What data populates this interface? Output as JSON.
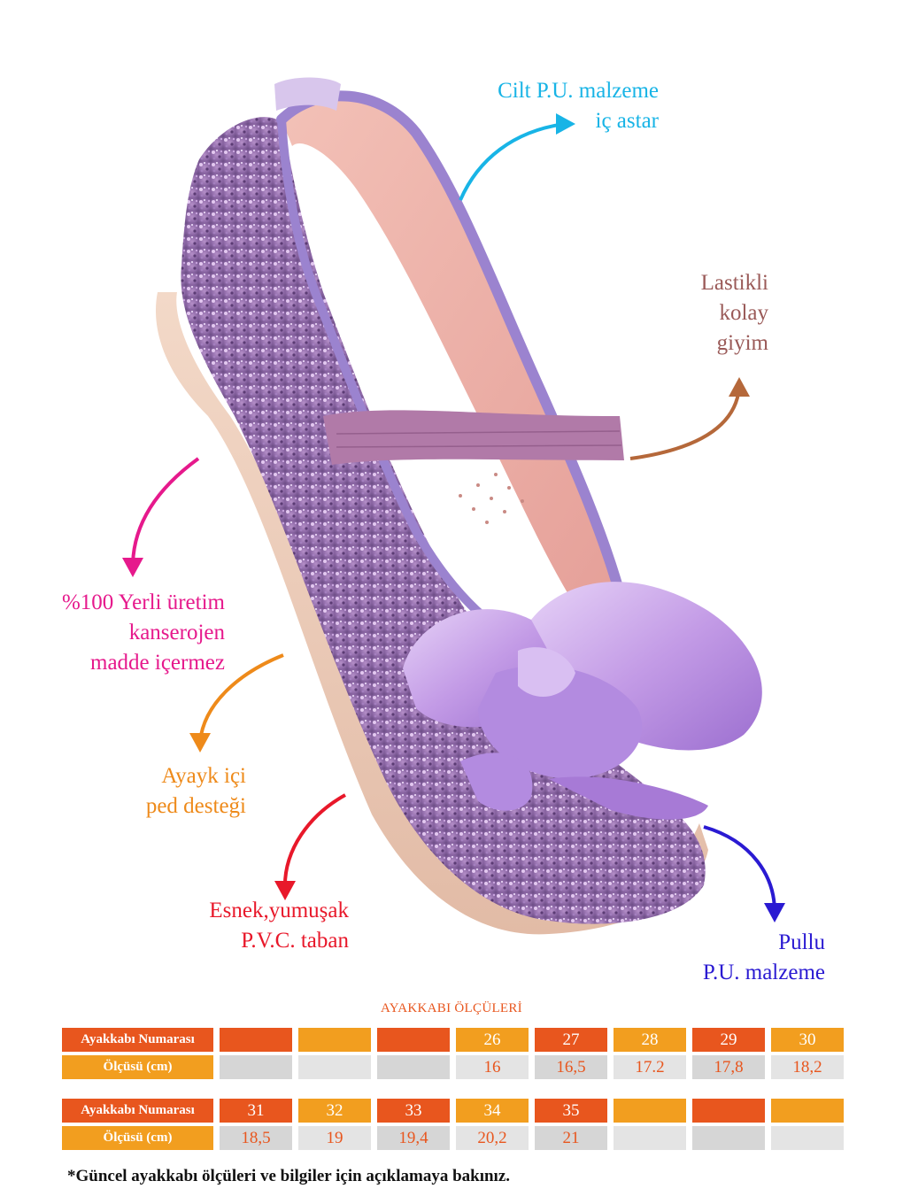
{
  "callouts": {
    "lining": {
      "lines": [
        "Cilt P.U. malzeme",
        "iç astar"
      ],
      "color": "#18b4e6"
    },
    "elastic": {
      "lines": [
        "Lastikli",
        "kolay",
        "giyim"
      ],
      "color": "#9a5a58"
    },
    "local": {
      "lines": [
        "%100 Yerli üretim",
        "kanserojen",
        "madde içermez"
      ],
      "color": "#e6198c"
    },
    "insole": {
      "lines": [
        "Ayayk içi",
        "ped desteği"
      ],
      "color": "#ee8a1a"
    },
    "sole": {
      "lines": [
        "Esnek,yumuşak",
        "P.V.C. taban"
      ],
      "color": "#e8182a"
    },
    "sequin": {
      "lines": [
        "Pullu",
        "P.U. malzeme"
      ],
      "color": "#2a1ad2"
    }
  },
  "arrow_colors": {
    "lining": "#18b4e6",
    "elastic": "#b5683a",
    "local": "#e6198c",
    "insole": "#ee8a1a",
    "sole": "#e8182a",
    "sequin": "#2a1ad2"
  },
  "size_table": {
    "title": "AYAKKABI ÖLÇÜLERİ",
    "row_label_size": "Ayakkabı Numarası",
    "row_label_length": "Ölçüsü (cm)",
    "block1": {
      "sizes": [
        "",
        "",
        "",
        "26",
        "27",
        "28",
        "29",
        "30"
      ],
      "lengths": [
        "",
        "",
        "",
        "16",
        "16,5",
        "17.2",
        "17,8",
        "18,2"
      ]
    },
    "block2": {
      "sizes": [
        "31",
        "32",
        "33",
        "34",
        "35",
        "",
        "",
        ""
      ],
      "lengths": [
        "18,5",
        "19",
        "19,4",
        "20,2",
        "21",
        "",
        "",
        ""
      ]
    },
    "colors": {
      "orange_dark": "#e8561e",
      "orange_light": "#f29e1f",
      "gray": "#d6d6d6"
    }
  },
  "footnote": "*Güncel ayakkabı ölçüleri ve bilgiler için açıklamaya bakınız."
}
